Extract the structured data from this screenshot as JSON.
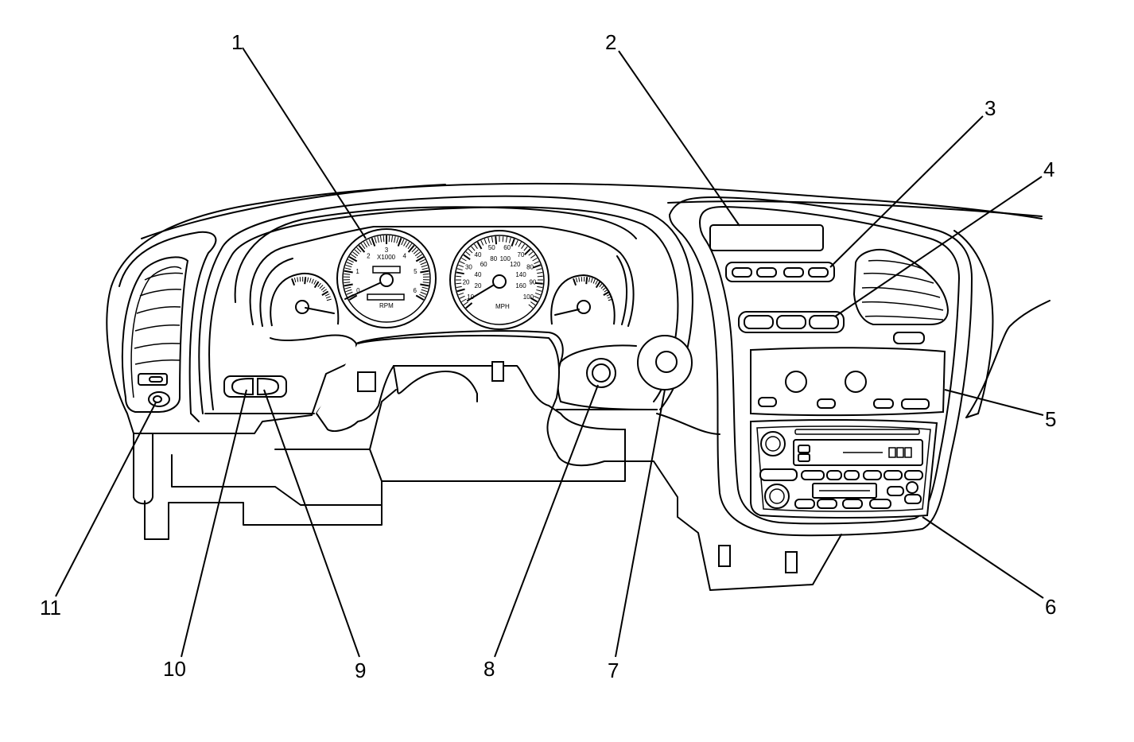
{
  "callouts": [
    {
      "id": "1",
      "label": "1",
      "target": "tachometer"
    },
    {
      "id": "2",
      "label": "2",
      "target": "center-display"
    },
    {
      "id": "3",
      "label": "3",
      "target": "upper-button-row"
    },
    {
      "id": "4",
      "label": "4",
      "target": "lower-button-row"
    },
    {
      "id": "5",
      "label": "5",
      "target": "climate-control-panel"
    },
    {
      "id": "6",
      "label": "6",
      "target": "radio"
    },
    {
      "id": "7",
      "label": "7",
      "target": "large-knob"
    },
    {
      "id": "8",
      "label": "8",
      "target": "small-knob"
    },
    {
      "id": "9",
      "label": "9",
      "target": "right-switch"
    },
    {
      "id": "10",
      "label": "10",
      "target": "left-switch"
    },
    {
      "id": "11",
      "label": "11",
      "target": "vent-thumbwheel"
    }
  ],
  "gauges": {
    "tach": {
      "multiplier": "X1000",
      "unit": "RPM",
      "ticks": [
        "0",
        "1",
        "2",
        "3",
        "4",
        "5",
        "6"
      ]
    },
    "speedo": {
      "unit": "MPH",
      "mph_ticks": [
        "10",
        "20",
        "30",
        "40",
        "50",
        "60",
        "70",
        "80",
        "90",
        "100"
      ],
      "kmh_ticks": [
        "20",
        "40",
        "60",
        "80",
        "100",
        "120",
        "140",
        "160"
      ]
    }
  }
}
